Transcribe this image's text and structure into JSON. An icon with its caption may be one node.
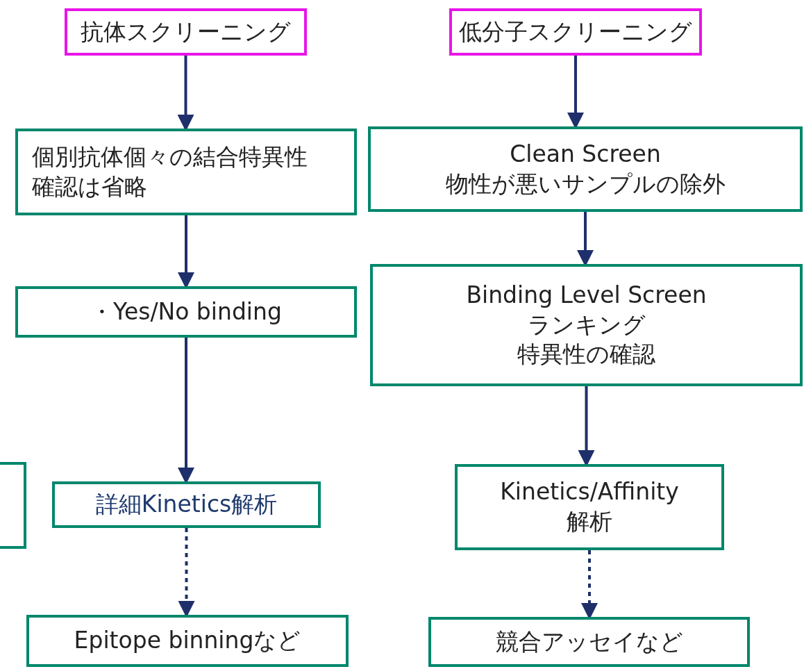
{
  "diagram": {
    "nodes": [
      {
        "text": [
          "抗体スクリーニング"
        ]
      },
      {
        "text": [
          "個別抗体個々の結合特異性確認は省略"
        ]
      },
      {
        "text": [
          "・Yes/No binding"
        ]
      },
      {
        "text": [],
        "shape": "box"
      },
      {
        "text": [
          "詳細Kinetics解析"
        ]
      },
      {
        "text": [
          "Epitope binningなど"
        ]
      },
      {
        "text": [
          "低分子スクリーニング"
        ]
      },
      {
        "text": [
          "Clean Screen",
          "物性が悪いサンプルの除外"
        ]
      },
      {
        "text": [
          "Binding Level Screen",
          "ランキング",
          "特異性の確認"
        ]
      },
      {
        "text": [
          "Kinetics/Affinity",
          "解析"
        ]
      },
      {
        "text": [
          "競合アッセイなど"
        ]
      }
    ],
    "edges": [
      {
        "from": 0,
        "to": 1,
        "arrow": "to"
      },
      {
        "from": 1,
        "to": 2,
        "arrow": "to"
      },
      {
        "from": 2,
        "to": 4,
        "arrow": "to"
      },
      {
        "from": 4,
        "to": 5,
        "arrow": "to",
        "style": "dashed"
      },
      {
        "from": 6,
        "to": 7,
        "arrow": "to"
      },
      {
        "from": 7,
        "to": 8,
        "arrow": "to"
      },
      {
        "from": 8,
        "to": 9,
        "arrow": "to"
      },
      {
        "from": 9,
        "to": 10,
        "arrow": "to",
        "style": "dashed"
      }
    ]
  }
}
